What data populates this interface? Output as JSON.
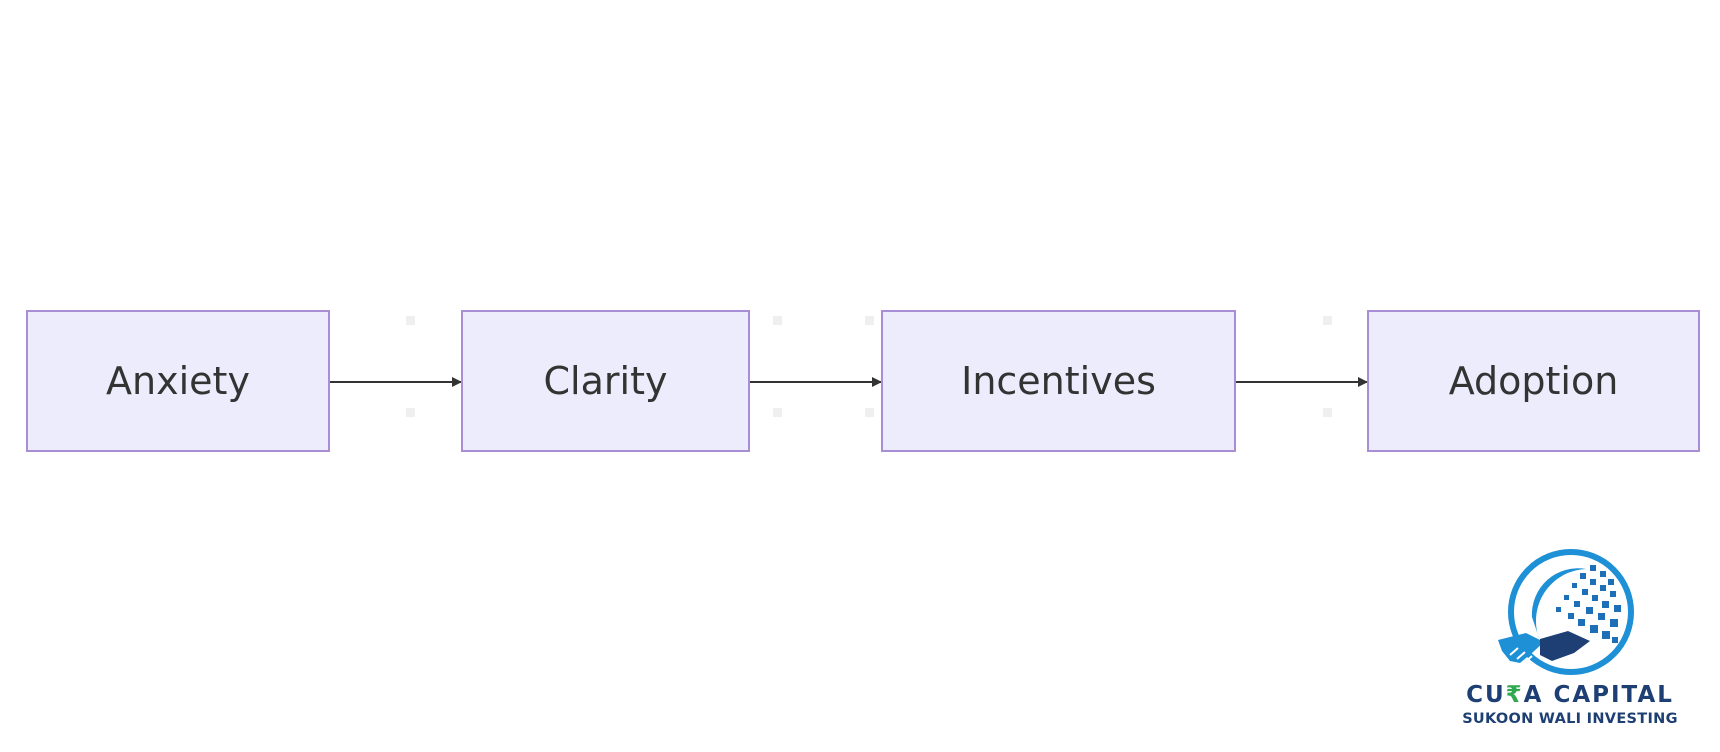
{
  "diagram": {
    "nodes": [
      {
        "id": "anxiety",
        "label": "Anxiety"
      },
      {
        "id": "clarity",
        "label": "Clarity"
      },
      {
        "id": "incentives",
        "label": "Incentives"
      },
      {
        "id": "adoption",
        "label": "Adoption"
      }
    ],
    "edges": [
      {
        "from": "anxiety",
        "to": "clarity"
      },
      {
        "from": "clarity",
        "to": "incentives"
      },
      {
        "from": "incentives",
        "to": "adoption"
      }
    ],
    "node_fill": "#ececfd",
    "node_border": "#a98ed6",
    "edge_color": "#333333"
  },
  "logo": {
    "name_pre": "CU",
    "name_symbol": "₹",
    "name_post": "A CAPITAL",
    "tagline": "SUKOON WALI INVESTING",
    "primary_color": "#1d3f73",
    "accent_color": "#1e90d6",
    "symbol_color": "#2fa84f",
    "icon": "globe-handshake-icon"
  }
}
